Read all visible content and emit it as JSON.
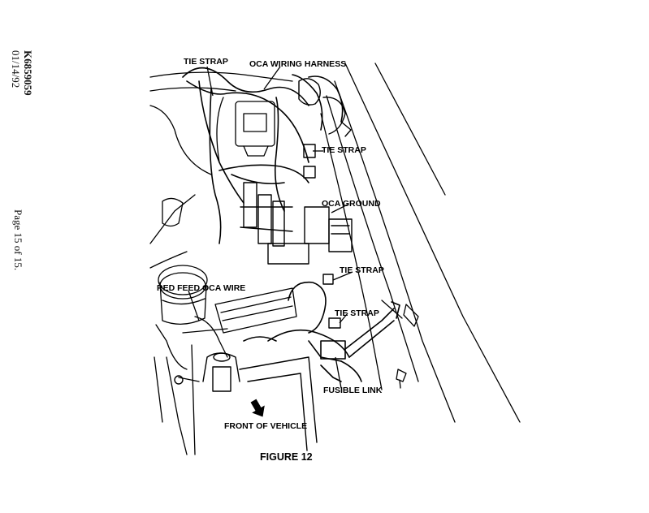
{
  "document": {
    "doc_id": "K6859059",
    "date": "01/14/92",
    "page_label": "Page  15 of 15."
  },
  "diagram": {
    "caption": "FIGURE 12",
    "callouts": {
      "tie_strap_top": "TIE STRAP",
      "oca_wiring_harness": "OCA WIRING HARNESS",
      "tie_strap_2": "TIE STRAP",
      "oca_ground": "OCA GROUND",
      "tie_strap_3": "TIE STRAP",
      "red_feed_oca_wire": "RED FEED OCA WIRE",
      "tie_strap_4": "TIE STRAP",
      "fusible_link": "FUSIBLE LINK",
      "front_of_vehicle": "FRONT OF VEHICLE"
    },
    "icons": {
      "front_arrow": "arrow-down-right-icon"
    }
  }
}
